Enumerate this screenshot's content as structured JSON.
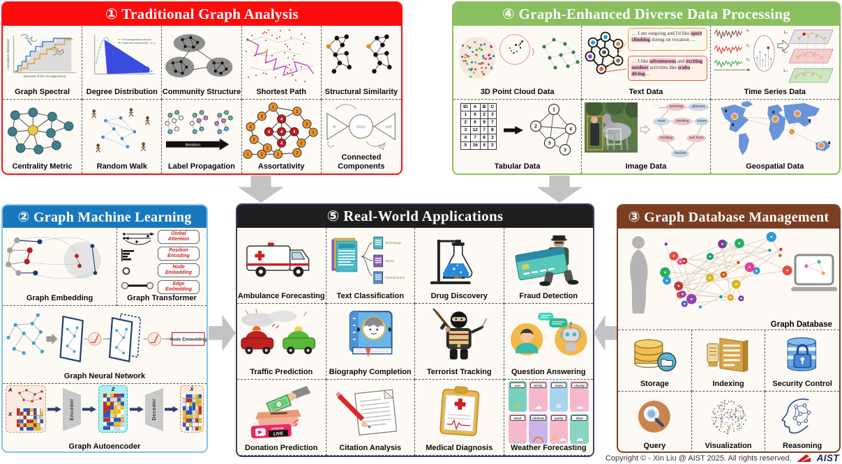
{
  "colors": {
    "panel1_red": "#FB0D0D",
    "panel2_blue": "#1878BE",
    "panel3_brown": "#7B3E21",
    "panel4_green": "#8ABF5F",
    "panel5_black": "#1F1F1F",
    "arrow_gray": "#C3C3C3"
  },
  "p1": {
    "title": "① Traditional Graph Analysis",
    "cells": [
      "Graph Spectral",
      "Degree Distribution",
      "Community Structure",
      "Shortest Path",
      "Structural Similarity",
      "Centrality Metric",
      "Random Walk",
      "Label Propagation",
      "Assortativity",
      "Connected Components"
    ],
    "spectral": {
      "ylabel": "Cumulative distribution",
      "xlabel": "Elements of the i-th eigenvector"
    },
    "degree_legend": [
      "ER homogeneous network",
      "Scale-free network P(k) ~ k^-γ"
    ],
    "iteration_label": "Iteration",
    "bowtie": {
      "in": "IN",
      "core": "GSCC",
      "out": "OUT"
    },
    "assort_values": [
      "1",
      "2",
      "2",
      "4",
      "2",
      "2",
      "1",
      "4",
      "4",
      "4",
      "2",
      "4",
      "2",
      "2",
      "1",
      "2",
      "1",
      "2"
    ]
  },
  "p2": {
    "title": "② Graph Machine Learning",
    "cells": [
      "Graph Embedding",
      "Graph Transformer",
      "Graph Neural Network",
      "Graph Autoencoder"
    ],
    "transformer_tags": [
      "Global Attention",
      "Position Encoding",
      "Node Embedding",
      "Edge Embedding"
    ],
    "gnn_output_label": "Node Embedding",
    "autoencoder": {
      "a": "A",
      "x": "X",
      "encoder": "Encoder",
      "z": "Z",
      "decoder": "Decoder",
      "x_hat": "X̂"
    }
  },
  "p3": {
    "title": "③ Graph Database Management",
    "main_label": "Graph Database",
    "cells": [
      "Storage",
      "Indexing",
      "Security Control",
      "Query",
      "Visualization",
      "Reasoning"
    ]
  },
  "p4": {
    "title": "④ Graph-Enhanced Diverse Data Processing",
    "cells": [
      "3D Point Cloud Data",
      "Text Data",
      "Time Series Data",
      "Tabular Data",
      "Image Data",
      "Geospatial Data"
    ],
    "quote1": [
      {
        "t": "… I am outgoing and I'd like "
      },
      {
        "t": "sport climbing",
        "hl": true
      },
      {
        "t": " during on vocation …"
      }
    ],
    "quote2": [
      {
        "t": "… I like "
      },
      {
        "t": "adventurous",
        "hl": true
      },
      {
        "t": " and "
      },
      {
        "t": "exciting",
        "hl": true
      },
      {
        "t": " "
      },
      {
        "t": "outdoor",
        "hl": true
      },
      {
        "t": " activities like "
      },
      {
        "t": "scuba diving",
        "hl": true
      },
      {
        "t": "…"
      }
    ],
    "time_series": {
      "signals": [
        "x₁",
        "x₂",
        "x₃"
      ],
      "layers": [
        "L₁",
        "L₂",
        "L₃"
      ]
    },
    "table": {
      "headers": [
        "ID",
        "A",
        "B",
        "C"
      ],
      "rows": [
        [
          "1",
          "6",
          "2",
          "3"
        ],
        [
          "2",
          "6",
          "9",
          "7"
        ],
        [
          "3",
          "12",
          "7",
          "8"
        ],
        [
          "4",
          "7",
          "8",
          "3"
        ],
        [
          "5",
          "16",
          "4",
          "3"
        ]
      ]
    },
    "tab_graph_nodes": [
      "1",
      "2",
      "3",
      "4",
      "5"
    ],
    "scene": {
      "ellipsis": "…",
      "wearing": "wearing",
      "glasses": "glasses",
      "man": "man",
      "feeding": "feeding",
      "horse": "horse",
      "holding": "holding",
      "eat_from": "eat from",
      "bucket": "bucket"
    }
  },
  "p5": {
    "title": "⑤ Real-World Applications",
    "cells": [
      "Ambulance Forecasting",
      "Text Classification",
      "Drug Discovery",
      "Fraud Detection",
      "Traffic Prediction",
      "Biography Completion",
      "Terrorist Tracking",
      "Question Answering",
      "Donation Prediction",
      "Citation Analysis",
      "Medical Diagnosis",
      "Weather Forecasting"
    ],
    "text_classes": [
      "Technology",
      "Sports",
      "Entertainment"
    ],
    "donation_badge": {
      "stream": "STREAM",
      "live": "LIVE"
    },
    "weather_cards": [
      "sun",
      "windy",
      "snow",
      "cloudy",
      "wind",
      "rainbow",
      "partly sunny",
      "sleet"
    ]
  },
  "footer": {
    "copyright": "Copyright © - Xin Liu @ AIST 2025. All rights reserved.",
    "logo_text": "AIST"
  }
}
